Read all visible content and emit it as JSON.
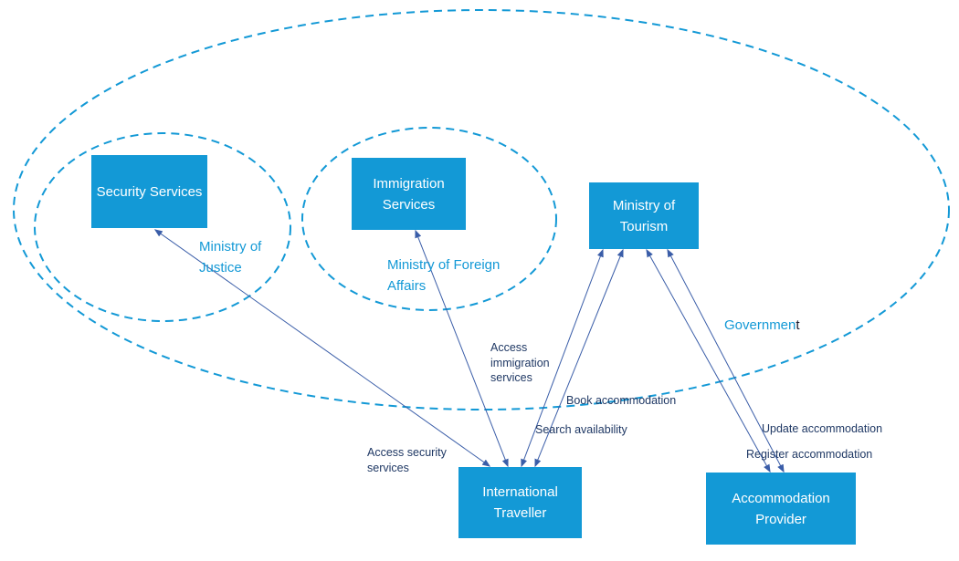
{
  "diagram": {
    "type": "use-case-context-diagram",
    "colors": {
      "primary_blue": "#1399d6",
      "edge_blue": "#3a5da8",
      "label_dark": "#1f3864"
    },
    "boundaries": {
      "government": "Governmen",
      "government_tail": "t",
      "ministry_of_justice": "Ministry of Justice",
      "ministry_of_foreign_affairs": "Ministry of Foreign Affairs"
    },
    "nodes": {
      "security_services": "Security Services",
      "immigration_services": "Immigration Services",
      "ministry_of_tourism": "Ministry of Tourism",
      "international_traveller": "International Traveller",
      "accommodation_provider": "Accommodation Provider"
    },
    "edges": [
      {
        "from": "International Traveller",
        "to": "Security Services",
        "label": "Access security services",
        "bidirectional": true
      },
      {
        "from": "International Traveller",
        "to": "Immigration Services",
        "label": "Access immigration services",
        "bidirectional": true
      },
      {
        "from": "International Traveller",
        "to": "Ministry of Tourism",
        "label": "Search availability",
        "bidirectional": true
      },
      {
        "from": "International Traveller",
        "to": "Ministry of Tourism",
        "label": "Book accommodation",
        "bidirectional": true
      },
      {
        "from": "Accommodation Provider",
        "to": "Ministry of Tourism",
        "label": "Register accommodation",
        "bidirectional": true
      },
      {
        "from": "Accommodation Provider",
        "to": "Ministry of Tourism",
        "label": "Update accommodation",
        "bidirectional": true
      }
    ]
  }
}
